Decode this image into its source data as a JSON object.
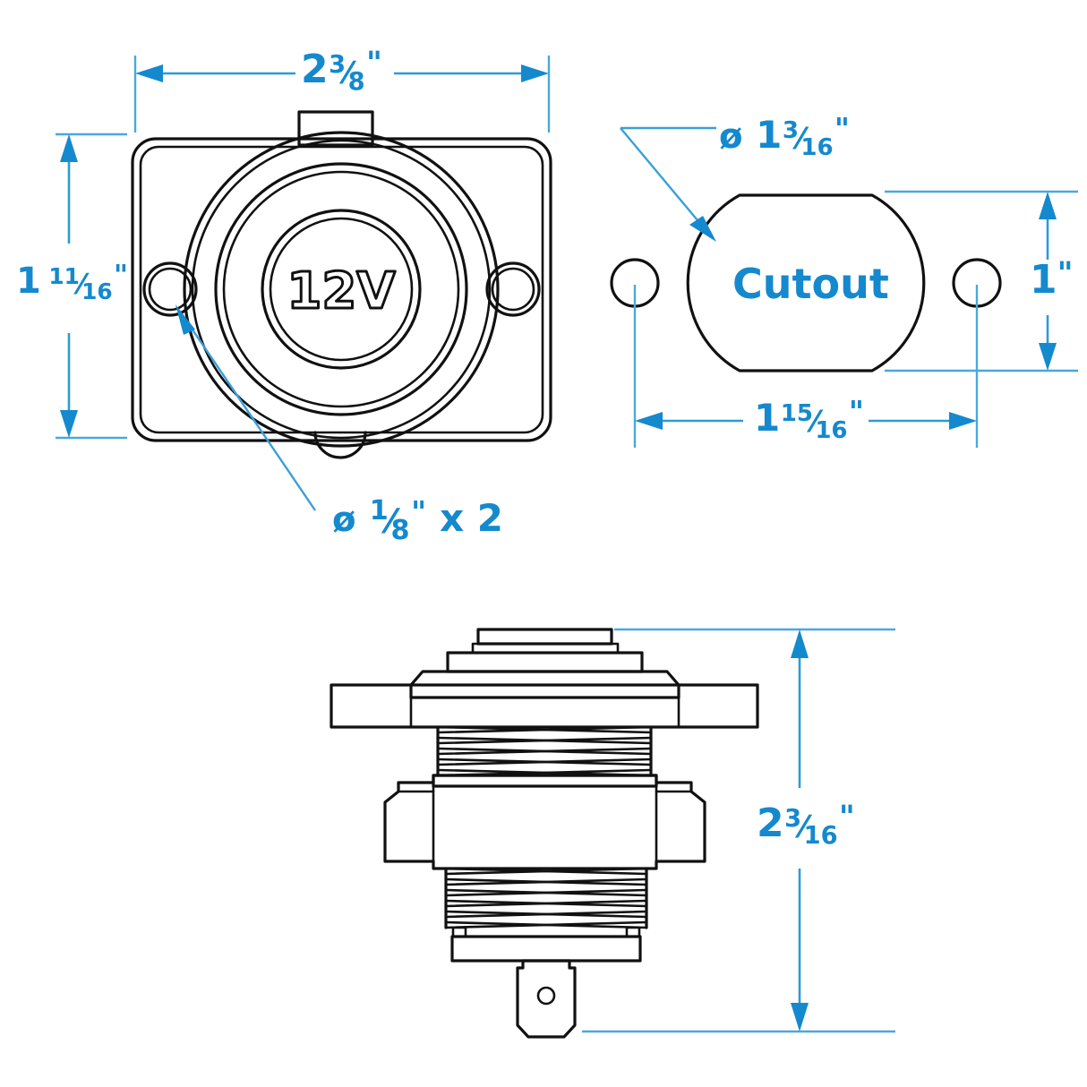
{
  "drawing": {
    "title": "12V Socket Panel Mount Dimensional Drawing",
    "units": "inches",
    "accent_color": "#1489ce",
    "line_color": "#111111"
  },
  "views": {
    "front": {
      "name": "front-view",
      "face_label": "12V",
      "mount_hole_count": 2
    },
    "cutout": {
      "name": "cutout-view",
      "label": "Cutout"
    },
    "side": {
      "name": "side-view"
    }
  },
  "dimensions": {
    "front_width": {
      "whole": "2",
      "num": "3",
      "den": "8",
      "unit": "\"",
      "value_text": "2 3/8\"",
      "target": "front-view-width"
    },
    "front_height": {
      "whole": "1",
      "num": "11",
      "den": "16",
      "unit": "\"",
      "value_text": "1 11/16\"",
      "target": "front-view-height"
    },
    "hole_diameter": {
      "prefix": "ø",
      "whole": "",
      "num": "1",
      "den": "8",
      "unit": "\"",
      "suffix": "x 2",
      "value_text": "ø 1/8\" x 2",
      "target": "mounting-holes"
    },
    "cutout_diameter": {
      "prefix": "ø",
      "whole": "1",
      "num": "3",
      "den": "16",
      "unit": "\"",
      "value_text": "ø 1 3/16\"",
      "target": "cutout-circle"
    },
    "cutout_hole_spacing": {
      "whole": "1",
      "num": "15",
      "den": "16",
      "unit": "\"",
      "value_text": "1 15/16\"",
      "target": "cutout-hole-spacing"
    },
    "cutout_height": {
      "whole": "1",
      "num": "",
      "den": "",
      "unit": "\"",
      "value_text": "1\"",
      "target": "cutout-height"
    },
    "side_depth": {
      "whole": "2",
      "num": "3",
      "den": "16",
      "unit": "\"",
      "value_text": "2 3/16\"",
      "target": "side-view-depth"
    }
  }
}
